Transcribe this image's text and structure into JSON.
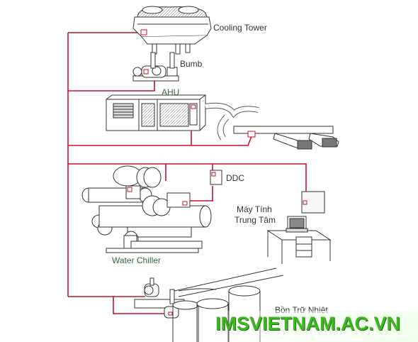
{
  "labels": {
    "cooling_tower": "Cooling Tower",
    "pump": "Bumb",
    "ahu": "AHU",
    "ddc": "DDC",
    "computer_line1": "Máy Tính",
    "computer_line2": "Trung Tâm",
    "water_chiller": "Water Chiller",
    "storage_tank": "Bồn Trữ Nhiệt"
  },
  "watermark": "IMSVIETNAM.AC.VN",
  "colors": {
    "control_line": "#c8102e",
    "equipment_line": "#333333",
    "label_text": "#333333",
    "label_green": "#2e6d3a",
    "watermark": "#3db81f"
  }
}
